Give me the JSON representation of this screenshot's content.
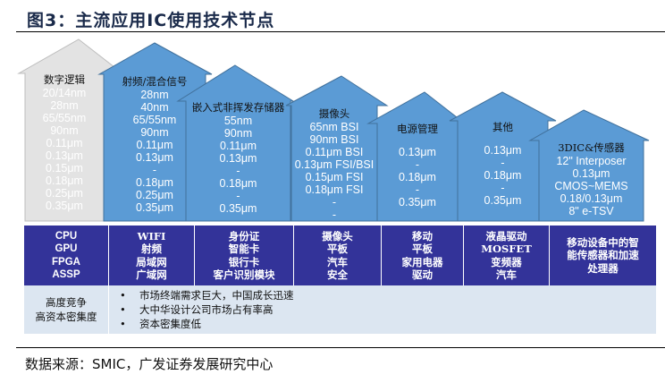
{
  "title": "图3：主流应用IC使用技术节点",
  "houses": [
    {
      "label": "数字逻辑",
      "nodes": [
        "20/14nm",
        "28nm",
        "65/55nm",
        "90nm",
        "0.11μm",
        "0.13μm",
        "0.15μm",
        "0.18μm",
        "0.25μm",
        "0.35μm"
      ]
    },
    {
      "label": "射频/混合信号",
      "nodes": [
        "28nm",
        "40nm",
        "65/55nm",
        "90nm",
        "0.11μm",
        "0.13μm",
        "-",
        "0.18μm",
        "0.25μm",
        "0.35μm"
      ]
    },
    {
      "label": "嵌入式非挥发存储器",
      "nodes": [
        "55nm",
        "90nm",
        "0.11μm",
        "0.13μm",
        "-",
        "0.18μm",
        "-",
        "0.35μm"
      ]
    },
    {
      "label": "摄像头",
      "nodes": [
        "65nm BSI",
        "90nm BSI",
        "0.11μm BSI",
        "0.13μm FSI/BSI",
        "0.15μm FSI",
        "0.18μm FSI",
        "-",
        "-"
      ]
    },
    {
      "label": "电源管理",
      "nodes": [
        "0.13μm",
        "-",
        "0.18μm",
        "-",
        "0.35μm"
      ]
    },
    {
      "label": "其他",
      "nodes": [
        "0.13μm",
        "-",
        "0.18μm",
        "-",
        "0.35μm"
      ]
    },
    {
      "label": "3DIC&传感器",
      "nodes": [
        "12\" Interposer",
        "0.13μm",
        "CMOS~MEMS",
        "0.18/0.13μm",
        "8\" e-TSV"
      ]
    }
  ],
  "applications": [
    [
      "CPU",
      "GPU",
      "FPGA",
      "ASSP"
    ],
    [
      "WIFI",
      "射频",
      "局域网",
      "广域网"
    ],
    [
      "身份证",
      "智能卡",
      "银行卡",
      "客户识别模块"
    ],
    [
      "摄像头",
      "平板",
      "汽车",
      "安全"
    ],
    [
      "移动",
      "平板",
      "家用电器",
      "驱动"
    ],
    [
      "液晶驱动",
      "MOSFET",
      "变频器",
      "汽车"
    ],
    [
      "移动设备中的智",
      "能传感器和加速",
      "处理器"
    ]
  ],
  "market": {
    "label": [
      "高度竞争",
      "高资本密集度"
    ],
    "bullets": [
      "市场终端需求巨大，中国成长迅速",
      "大中华设计公司市场占有率高",
      "资本密集度低"
    ]
  },
  "source": "数据来源：SMIC，广发证券发展研究中心",
  "colors": {
    "gray_house": "#e3e3e3",
    "blue_house": "#5b9bd5",
    "header": "#333399",
    "subrow": "#dce6f1"
  }
}
